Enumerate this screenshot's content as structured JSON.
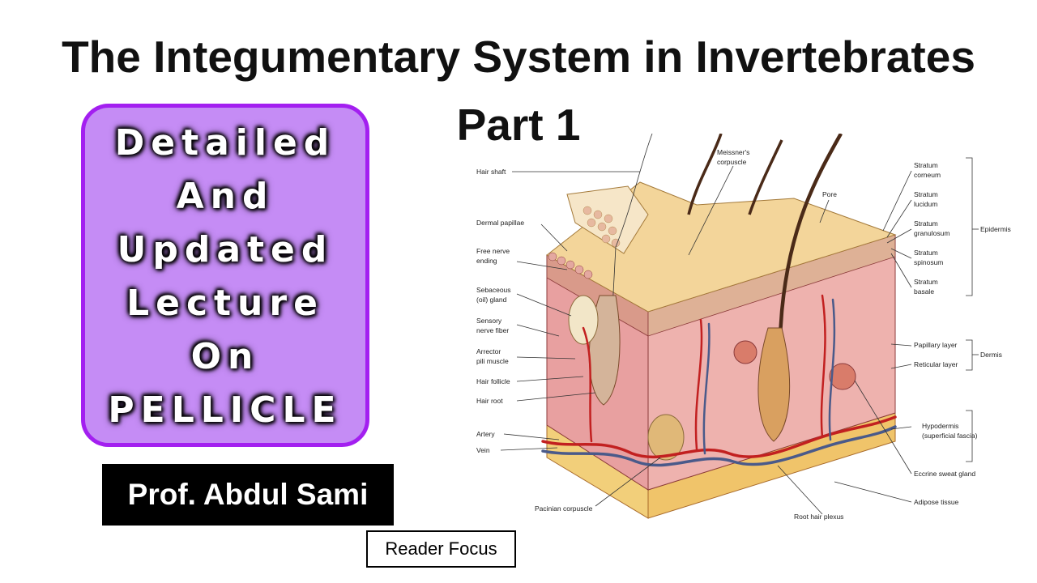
{
  "title": "The Integumentary System in Invertebrates",
  "subtitle": "Part 1",
  "promo_lines": [
    "Detailed",
    "And",
    "Updated",
    "Lecture",
    "On",
    "PELLICLE"
  ],
  "author": "Prof. Abdul Sami",
  "channel": "Reader Focus",
  "diagram": {
    "left_labels": {
      "hair_shaft": "Hair shaft",
      "dermal_papillae": "Dermal papillae",
      "free_nerve_1": "Free nerve",
      "free_nerve_2": "ending",
      "sebaceous_1": "Sebaceous",
      "sebaceous_2": "(oil) gland",
      "sensory_1": "Sensory",
      "sensory_2": "nerve fiber",
      "arrector_1": "Arrector",
      "arrector_2": "pili muscle",
      "hair_follicle": "Hair follicle",
      "hair_root": "Hair root",
      "artery": "Artery",
      "vein": "Vein"
    },
    "top_labels": {
      "meissner_1": "Meissner's",
      "meissner_2": "corpuscle",
      "pore": "Pore"
    },
    "right_labels": {
      "corneum_1": "Stratum",
      "corneum_2": "corneum",
      "lucidum_1": "Stratum",
      "lucidum_2": "lucidum",
      "granulosum_1": "Stratum",
      "granulosum_2": "granulosum",
      "spinosum_1": "Stratum",
      "spinosum_2": "spinosum",
      "basale_1": "Stratum",
      "basale_2": "basale",
      "epidermis": "Epidermis",
      "papillary": "Papillary layer",
      "reticular": "Reticular layer",
      "dermis": "Dermis",
      "hypodermis_1": "Hypodermis",
      "hypodermis_2": "(superficial fascia)",
      "eccrine": "Eccrine sweat gland",
      "adipose": "Adipose tissue"
    },
    "bottom_labels": {
      "pacinian": "Pacinian corpuscle",
      "root_hair": "Root hair plexus"
    }
  }
}
